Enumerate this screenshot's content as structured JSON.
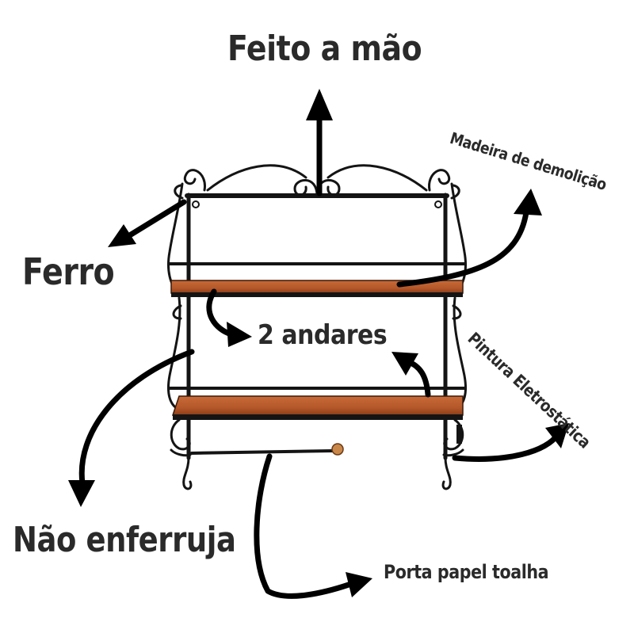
{
  "labels": {
    "feito_a_mao": "Feito a mão",
    "ferro": "Ferro",
    "dois_andares": "2 andares",
    "nao_enferruja": "Não enferruja",
    "porta_papel": "Porta papel toalha",
    "madeira": "Madeira de demolição",
    "pintura": "Pintura Eletrostática"
  },
  "colors": {
    "text": "#2a2a2a",
    "iron": "#141414",
    "wood": "#b5582a",
    "wood_dark": "#7a3415",
    "arrow": "#000000"
  }
}
